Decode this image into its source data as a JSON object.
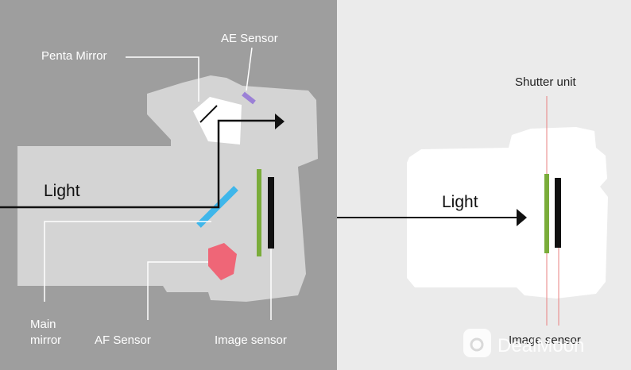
{
  "dslr": {
    "labels": {
      "penta_mirror": "Penta Mirror",
      "ae_sensor": "AE Sensor",
      "light": "Light",
      "main_mirror_line1": "Main",
      "main_mirror_line2": "mirror",
      "af_sensor": "AF Sensor",
      "image_sensor": "Image sensor"
    },
    "colors": {
      "panel_bg": "#9e9e9e",
      "body": "#d4d4d4",
      "mirror": "#3fb6ea",
      "ae_sensor": "#9b80d6",
      "af_sensor": "#ef6677",
      "filter": "#7aac3a",
      "sensor": "#111111"
    }
  },
  "mirrorless": {
    "labels": {
      "shutter_unit": "Shutter unit",
      "light": "Light",
      "image_sensor": "Image sensor"
    },
    "colors": {
      "panel_bg": "#ebebeb",
      "body": "#ffffff",
      "shutter_line": "#e98080"
    }
  },
  "watermark": {
    "text": "DealMoon"
  }
}
